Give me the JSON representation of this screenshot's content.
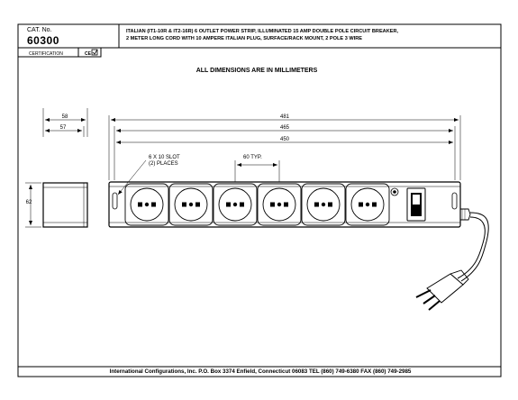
{
  "header": {
    "cat_label": "CAT. No.",
    "cat_number": "60300",
    "description_line1": "ITALIAN (IT1-10R & IT2-16R) 6 OUTLET POWER STRIP, ILLUMINATED 15 AMP DOUBLE POLE CIRCUIT BREAKER,",
    "description_line2": "2 METER LONG CORD WITH 10 AMPERE ITALIAN PLUG, SURFACE/RACK MOUNT, 2 POLE 3 WIRE",
    "certification_label": "CERTIFICATION",
    "certification_value": "CE"
  },
  "drawing": {
    "note": "ALL DIMENSIONS ARE IN MILLIMETERS",
    "dim_overall_length": "481",
    "dim_length_2": "465",
    "dim_length_3": "450",
    "dim_width": "58",
    "dim_width_inner": "57",
    "dim_height": "62",
    "slot_label_line1": "6 X 10 SLOT",
    "slot_label_line2": "(2) PLACES",
    "spacing_label": "60 TYP."
  },
  "footer": {
    "text": "International Configurations, Inc.  P.O. Box 3374  Enfield, Connecticut 06083 TEL (860) 749-6380  FAX (860) 749-2985"
  }
}
